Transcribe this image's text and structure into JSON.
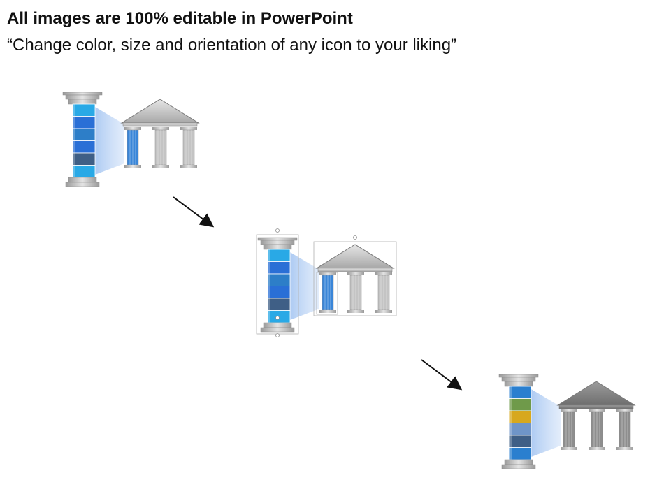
{
  "header": {
    "title": "All images are 100% editable in PowerPoint",
    "subtitle": "“Change color, size and orientation of any icon to your liking”"
  },
  "graphics": [
    {
      "name": "pillar-temple-graphic-1",
      "segment_colors": [
        "#29a9e6",
        "#2a6fd6",
        "#2d7ec8",
        "#2a6fd6",
        "#3f5f86",
        "#29a9e6"
      ]
    },
    {
      "name": "pillar-temple-graphic-2-selected",
      "segment_colors": [
        "#29a9e6",
        "#2a6fd6",
        "#2d7ec8",
        "#2a6fd6",
        "#3f5f86",
        "#29a9e6"
      ]
    },
    {
      "name": "pillar-temple-graphic-3",
      "segment_colors": [
        "#2a7fcf",
        "#6f9a4a",
        "#d7a81e",
        "#6f95c8",
        "#3f5f86",
        "#2a7fcf"
      ]
    }
  ],
  "colors": {
    "stone": "#b8b8b8",
    "stone_dark": "#8c8c8c",
    "beam": "#a9c8f2",
    "arrow": "#111111",
    "selection": "#b0b0b0"
  }
}
